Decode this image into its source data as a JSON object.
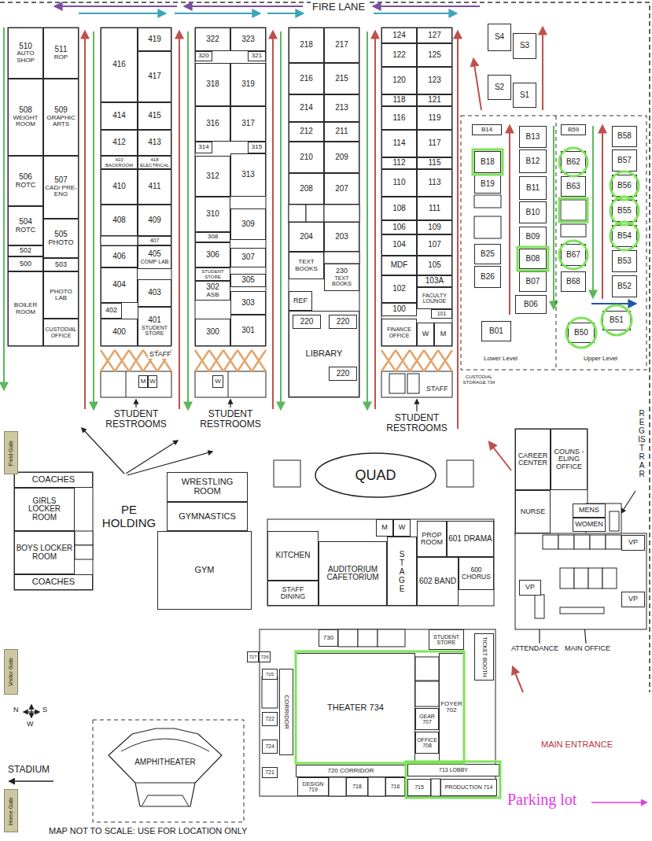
{
  "diagram": {
    "nodes": [
      {
        "text": [
          "510",
          "AUTO SHOP"
        ]
      },
      {
        "text": [
          "511",
          "ROP"
        ]
      },
      {
        "text": [
          "508",
          "WEIGHT ROOM"
        ]
      },
      {
        "text": [
          "509",
          "GRAPHIC ARTS"
        ]
      },
      {
        "text": [
          "506",
          "ROTC"
        ]
      },
      {
        "text": [
          "507",
          "CAD/ PRE-ENG"
        ]
      },
      {
        "text": [
          "504",
          "ROTC"
        ]
      },
      {
        "text": [
          "505",
          "PHOTO"
        ]
      },
      {
        "text": [
          "502"
        ]
      },
      {
        "text": [
          "500"
        ]
      },
      {
        "text": [
          "503"
        ]
      },
      {
        "text": [
          "BOILER ROOM"
        ]
      },
      {
        "text": [
          "PHOTO LAB"
        ]
      },
      {
        "text": [
          "CUSTODIAL OFFICE"
        ]
      },
      {
        "text": [
          "416"
        ]
      },
      {
        "text": [
          "419"
        ]
      },
      {
        "text": [
          "417"
        ]
      },
      {
        "text": [
          "414"
        ]
      },
      {
        "text": [
          "415"
        ]
      },
      {
        "text": [
          "412"
        ]
      },
      {
        "text": [
          "413"
        ]
      },
      {
        "text": [
          "410",
          "BACKROOM"
        ]
      },
      {
        "text": [
          "418",
          "ELECTRICAL"
        ]
      },
      {
        "text": [
          "410"
        ]
      },
      {
        "text": [
          "411"
        ]
      },
      {
        "text": [
          "408"
        ]
      },
      {
        "text": [
          "409"
        ]
      },
      {
        "text": [
          "407"
        ]
      },
      {
        "text": [
          "406"
        ]
      },
      {
        "text": [
          "405",
          "COMP LAB"
        ]
      },
      {
        "text": [
          "404"
        ]
      },
      {
        "text": [
          "403"
        ]
      },
      {
        "text": [
          "402"
        ]
      },
      {
        "text": [
          "401",
          "STUDENT STORE"
        ]
      },
      {
        "text": [
          "400"
        ]
      },
      {
        "text": [
          "322"
        ]
      },
      {
        "text": [
          "323"
        ]
      },
      {
        "text": [
          "320"
        ]
      },
      {
        "text": [
          "321"
        ]
      },
      {
        "text": [
          "318"
        ]
      },
      {
        "text": [
          "319"
        ]
      },
      {
        "text": [
          "316"
        ]
      },
      {
        "text": [
          "317"
        ]
      },
      {
        "text": [
          "314"
        ]
      },
      {
        "text": [
          "315"
        ]
      },
      {
        "text": [
          "312"
        ]
      },
      {
        "text": [
          "313"
        ]
      },
      {
        "text": [
          "310"
        ]
      },
      {
        "text": [
          "309"
        ]
      },
      {
        "text": [
          "308"
        ]
      },
      {
        "text": [
          "306"
        ]
      },
      {
        "text": [
          "307"
        ]
      },
      {
        "text": [
          "STUDENT STORE"
        ]
      },
      {
        "text": [
          "302",
          "ASB"
        ]
      },
      {
        "text": [
          "305"
        ]
      },
      {
        "text": [
          "303"
        ]
      },
      {
        "text": [
          "300"
        ]
      },
      {
        "text": [
          "301"
        ]
      },
      {
        "text": [
          "218"
        ]
      },
      {
        "text": [
          "217"
        ]
      },
      {
        "text": [
          "216"
        ]
      },
      {
        "text": [
          "215"
        ]
      },
      {
        "text": [
          "214"
        ]
      },
      {
        "text": [
          "213"
        ]
      },
      {
        "text": [
          "212"
        ]
      },
      {
        "text": [
          "211"
        ]
      },
      {
        "text": [
          "210"
        ]
      },
      {
        "text": [
          "209"
        ]
      },
      {
        "text": [
          "208"
        ]
      },
      {
        "text": [
          "207"
        ]
      },
      {
        "text": [
          "204"
        ]
      },
      {
        "text": [
          "203"
        ]
      },
      {
        "text": [
          "TEXT BOOKS"
        ]
      },
      {
        "text": [
          "230",
          "TEXT BOOKS"
        ]
      },
      {
        "text": [
          "REF"
        ]
      },
      {
        "text": [
          "LIBRARY"
        ]
      },
      {
        "text": [
          "220"
        ],
        "in": 75
      },
      {
        "text": [
          "220"
        ],
        "in": 75
      },
      {
        "text": [
          "220"
        ],
        "in": 75
      },
      {
        "text": [
          "124"
        ]
      },
      {
        "text": [
          "127"
        ]
      },
      {
        "text": [
          "122"
        ]
      },
      {
        "text": [
          "125"
        ]
      },
      {
        "text": [
          "120"
        ]
      },
      {
        "text": [
          "123"
        ]
      },
      {
        "text": [
          "118"
        ]
      },
      {
        "text": [
          "121"
        ]
      },
      {
        "text": [
          "116"
        ]
      },
      {
        "text": [
          "119"
        ]
      },
      {
        "text": [
          "114"
        ]
      },
      {
        "text": [
          "117"
        ]
      },
      {
        "text": [
          "112"
        ]
      },
      {
        "text": [
          "115"
        ]
      },
      {
        "text": [
          "110"
        ]
      },
      {
        "text": [
          "113"
        ]
      },
      {
        "text": [
          "108"
        ]
      },
      {
        "text": [
          "111"
        ]
      },
      {
        "text": [
          "106"
        ]
      },
      {
        "text": [
          "109"
        ]
      },
      {
        "text": [
          "104"
        ]
      },
      {
        "text": [
          "107"
        ]
      },
      {
        "text": [
          "MDF"
        ]
      },
      {
        "text": [
          "105"
        ]
      },
      {
        "text": [
          "102"
        ]
      },
      {
        "text": [
          "103A"
        ]
      },
      {
        "text": [
          "FACULTY LOUNGE"
        ]
      },
      {
        "text": [
          "100"
        ]
      },
      {
        "text": [
          "101"
        ]
      },
      {
        "text": [
          "FINANCE OFFICE"
        ]
      },
      {
        "text": [
          "W"
        ]
      },
      {
        "text": [
          "M"
        ]
      },
      {
        "text": [
          "M"
        ]
      },
      {
        "text": [
          "W"
        ]
      },
      {
        "text": [
          "W"
        ]
      },
      {
        "text": [
          "S4"
        ]
      },
      {
        "text": [
          "S3"
        ]
      },
      {
        "text": [
          "S2"
        ]
      },
      {
        "text": [
          "S1"
        ]
      },
      {
        "text": [
          "B14"
        ]
      },
      {
        "text": [
          "B18"
        ]
      },
      {
        "text": [
          "B19"
        ]
      },
      {
        "text": [
          "B25"
        ]
      },
      {
        "text": [
          "B26"
        ]
      },
      {
        "text": [
          "B13"
        ]
      },
      {
        "text": [
          "B12"
        ]
      },
      {
        "text": [
          "B11"
        ]
      },
      {
        "text": [
          "B10"
        ]
      },
      {
        "text": [
          "B09"
        ]
      },
      {
        "text": [
          "B08"
        ]
      },
      {
        "text": [
          "B07"
        ]
      },
      {
        "text": [
          "B06"
        ]
      },
      {
        "text": [
          "B01"
        ]
      },
      {
        "text": [
          "B59"
        ]
      },
      {
        "text": [
          "B62"
        ]
      },
      {
        "text": [
          "B63"
        ]
      },
      {
        "text": [
          "B67"
        ]
      },
      {
        "text": [
          "B68"
        ]
      },
      {
        "text": [
          "B58"
        ]
      },
      {
        "text": [
          "B57"
        ]
      },
      {
        "text": [
          "B56"
        ]
      },
      {
        "text": [
          "B55"
        ]
      },
      {
        "text": [
          "B54"
        ]
      },
      {
        "text": [
          "B53"
        ]
      },
      {
        "text": [
          "B52"
        ]
      },
      {
        "text": [
          "B51"
        ]
      },
      {
        "text": [
          "B50"
        ]
      },
      {
        "text": [
          "QUAD"
        ]
      },
      {
        "text": [
          "COACHES"
        ]
      },
      {
        "text": [
          "GIRLS LOCKER ROOM"
        ]
      },
      {
        "text": [
          "BOYS LOCKER ROOM"
        ]
      },
      {
        "text": [
          "COACHES"
        ]
      },
      {
        "text": [
          "WRESTLING ROOM"
        ]
      },
      {
        "text": [
          "GYMNASTICS"
        ]
      },
      {
        "text": [
          "GYM"
        ]
      },
      {
        "text": [
          "KITCHEN"
        ]
      },
      {
        "text": [
          "STAFF DINING"
        ]
      },
      {
        "text": [
          "AUDITORIUM CAFETORIUM"
        ]
      },
      {
        "text": [
          "M"
        ]
      },
      {
        "text": [
          "W"
        ]
      },
      {
        "text": [
          "STAGE"
        ]
      },
      {
        "text": [
          "PROP ROOM"
        ]
      },
      {
        "text": [
          "601 DRAMA"
        ]
      },
      {
        "text": [
          "602 BAND"
        ]
      },
      {
        "text": [
          "600 CHORUS"
        ]
      },
      {
        "text": [
          "CAREER CENTER"
        ]
      },
      {
        "text": [
          "COUNS -ELING OFFICE"
        ]
      },
      {
        "text": [
          "NURSE"
        ]
      },
      {
        "text": [
          "MENS"
        ]
      },
      {
        "text": [
          "WOMEN"
        ]
      },
      {
        "text": [
          "VP"
        ]
      },
      {
        "text": [
          "VP"
        ]
      },
      {
        "text": [
          "VP"
        ]
      },
      {
        "text": [
          "STUDENT STORE"
        ]
      },
      {
        "text": [
          "TICKET BOOTH"
        ]
      },
      {
        "text": [
          "730"
        ]
      },
      {
        "text": [
          "THEATER 734"
        ]
      },
      {
        "text": [
          "GEAR 707"
        ]
      },
      {
        "text": [
          "OFFICE 708"
        ]
      },
      {
        "text": [
          "FOYER 702"
        ]
      },
      {
        "text": [
          "CORRIDOR"
        ]
      },
      {
        "text": [
          "722"
        ]
      },
      {
        "text": [
          "724"
        ]
      },
      {
        "text": [
          "721"
        ]
      },
      {
        "text": [
          "720 CORRIDOR"
        ]
      },
      {
        "text": [
          "713 LOBBY"
        ]
      },
      {
        "text": [
          "DESIGN 719"
        ]
      },
      {
        "text": [
          "718"
        ]
      },
      {
        "text": [
          "716"
        ]
      },
      {
        "text": [
          "715"
        ]
      },
      {
        "text": [
          "PRODUCTION 714"
        ]
      },
      {
        "text": [
          "727"
        ]
      },
      {
        "text": [
          "726"
        ]
      },
      {
        "text": [
          "725"
        ]
      },
      {
        "text": [
          "Field Gate"
        ]
      },
      {
        "text": [
          "Visitor Gate"
        ]
      },
      {
        "text": [
          "Home Gate"
        ]
      },
      {
        "text": [
          "AMPHITHEATER"
        ]
      }
    ],
    "labels": [
      "FIRE LANE",
      "STAFF",
      "STAFF",
      "STUDENT RESTROOMS",
      "STUDENT RESTROOMS",
      "STUDENT RESTROOMS",
      "CUSTODIAL STORAGE 734",
      "PE HOLDING",
      "Lower Level",
      "Upper Level",
      "REGISTRAR",
      "ATTENDANCE",
      "MAIN OFFICE",
      "MAIN ENTRANCE",
      "Parking lot",
      "N",
      "S",
      "W",
      "STADIUM",
      "MAP NOT TO SCALE: USE FOR LOCATION ONLY"
    ]
  }
}
